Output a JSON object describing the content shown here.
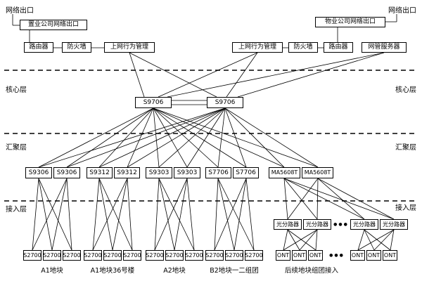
{
  "corners": {
    "top_left": "网络出口",
    "top_right": "网络出口"
  },
  "layers": {
    "core_left": "核心层",
    "core_right": "核心层",
    "agg_left": "汇聚层",
    "agg_right": "汇聚层",
    "access_left": "接入层",
    "access_right": "接入层"
  },
  "exits": {
    "left": "置业公司网络出口",
    "right": "物业公司网络出口"
  },
  "edge_devices": {
    "left_router": "路由器",
    "left_firewall": "防火墙",
    "left_abm": "上网行为管理",
    "right_abm": "上网行为管理",
    "right_firewall": "防火墙",
    "right_router": "路由器",
    "nms": "网管服务器"
  },
  "core": {
    "sw1": "S9706",
    "sw2": "S9706"
  },
  "aggregation": [
    {
      "a": "S9306",
      "b": "S9306"
    },
    {
      "a": "S9312",
      "b": "S9312"
    },
    {
      "a": "S9303",
      "b": "S9303"
    },
    {
      "a": "S7706",
      "b": "S7706"
    },
    {
      "a": "MA5608T",
      "b": "MA5608T"
    }
  ],
  "access": {
    "groups": [
      {
        "s1": "S2700",
        "s2": "S2700",
        "s3": "S2700",
        "label": "A1地块"
      },
      {
        "s1": "S2700",
        "s2": "S2700",
        "s3": "S2700",
        "label": "A1地块36号楼"
      },
      {
        "s1": "S2700",
        "s2": "S2700",
        "s3": "S2700",
        "label": "A2地块"
      },
      {
        "s1": "S2700",
        "s2": "S2700",
        "s3": "S2700",
        "label": "B2地块一二组团"
      }
    ],
    "gpon": {
      "sp1": "光分路器",
      "sp2": "光分路器",
      "sp3": "光分路器",
      "sp4": "光分路器",
      "ellipsis_top": "●●●",
      "ont1": "ONT",
      "ont2": "ONT",
      "ont3": "ONT",
      "ont4": "ONT",
      "ont5": "ONT",
      "ont6": "ONT",
      "ellipsis_bottom": "●●●",
      "label": "后续地块组团接入"
    }
  }
}
